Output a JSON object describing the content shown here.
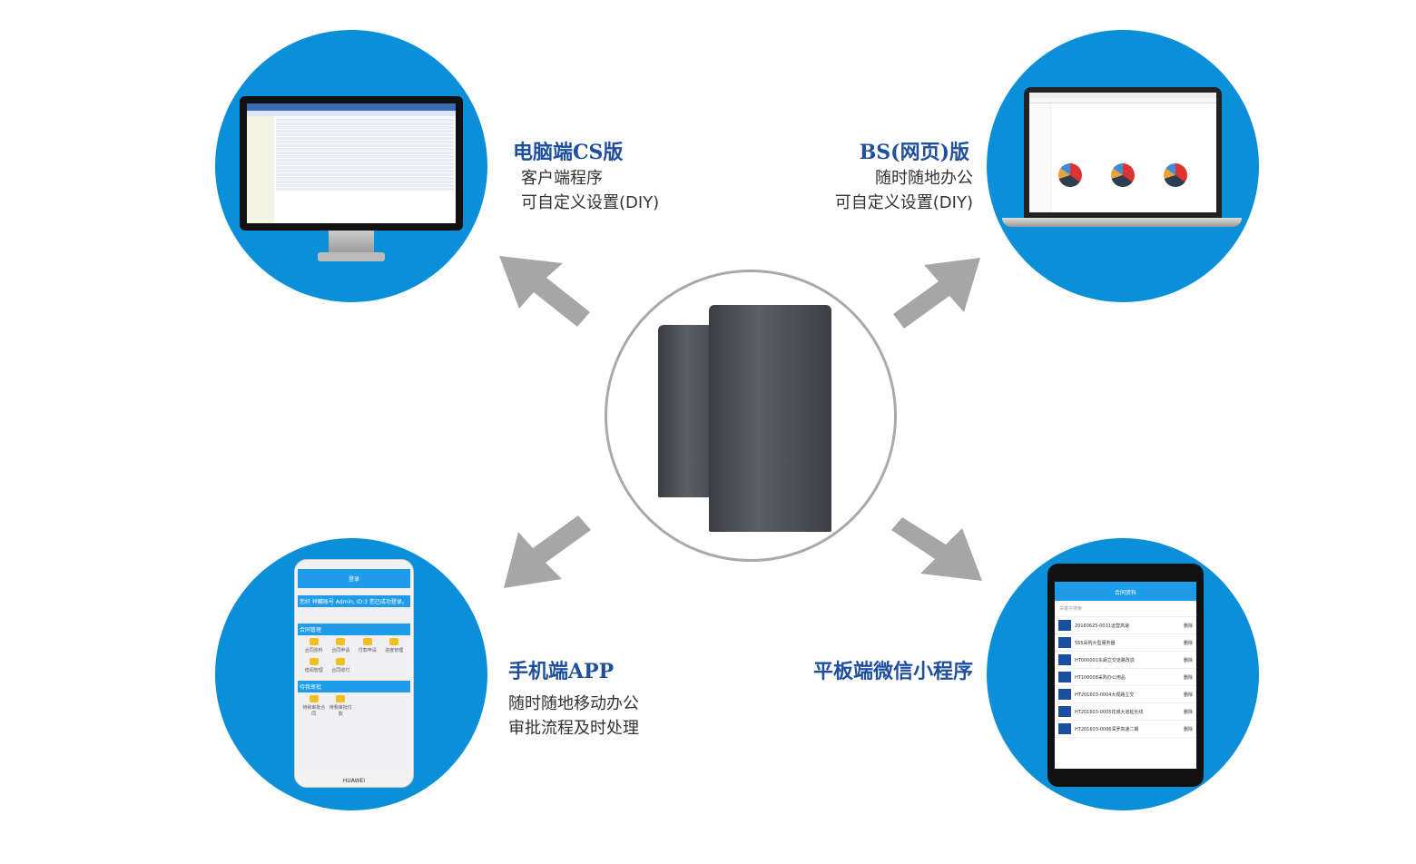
{
  "colors": {
    "circle": "#0a8fd8",
    "title": "#1f4f9d",
    "arrow": "#a6a6a6"
  },
  "cs": {
    "title": "电脑端CS版",
    "lines": [
      "客户端程序",
      "可自定义设置(DIY)"
    ]
  },
  "bs": {
    "title": "BS(网页)版",
    "lines": [
      "随时随地办公",
      "可自定义设置(DIY)"
    ]
  },
  "app": {
    "title": "手机端APP",
    "lines": [
      "随时随地移动办公",
      "审批流程及时处理"
    ]
  },
  "mini": {
    "title": "平板端微信小程序"
  },
  "phone": {
    "header": "登录",
    "welcome": "您好 祥麟账号 Admin, ID:3 您已成功登录。",
    "section1": "合同管理",
    "icons1": [
      "合同资料",
      "合同申请",
      "付款申请",
      "进度管理",
      "借阅管理",
      "合同收付"
    ],
    "section2": "待我审批",
    "icons2": [
      "待我审批合同",
      "待我审批付款"
    ],
    "brand": "HUAWEI"
  },
  "tablet": {
    "header": "合同资料",
    "search_placeholder": "关键字搜索",
    "delete_label": "删除",
    "items": [
      "20160625-0031运营高速",
      "555采购大型服务器",
      "HT000001东阚立交道路改造",
      "HT100008采购办公用品",
      "HT201603-0004大观路立交",
      "HT201603-0005花城大道延长线",
      "HT201603-0006深罗高速二期"
    ]
  }
}
